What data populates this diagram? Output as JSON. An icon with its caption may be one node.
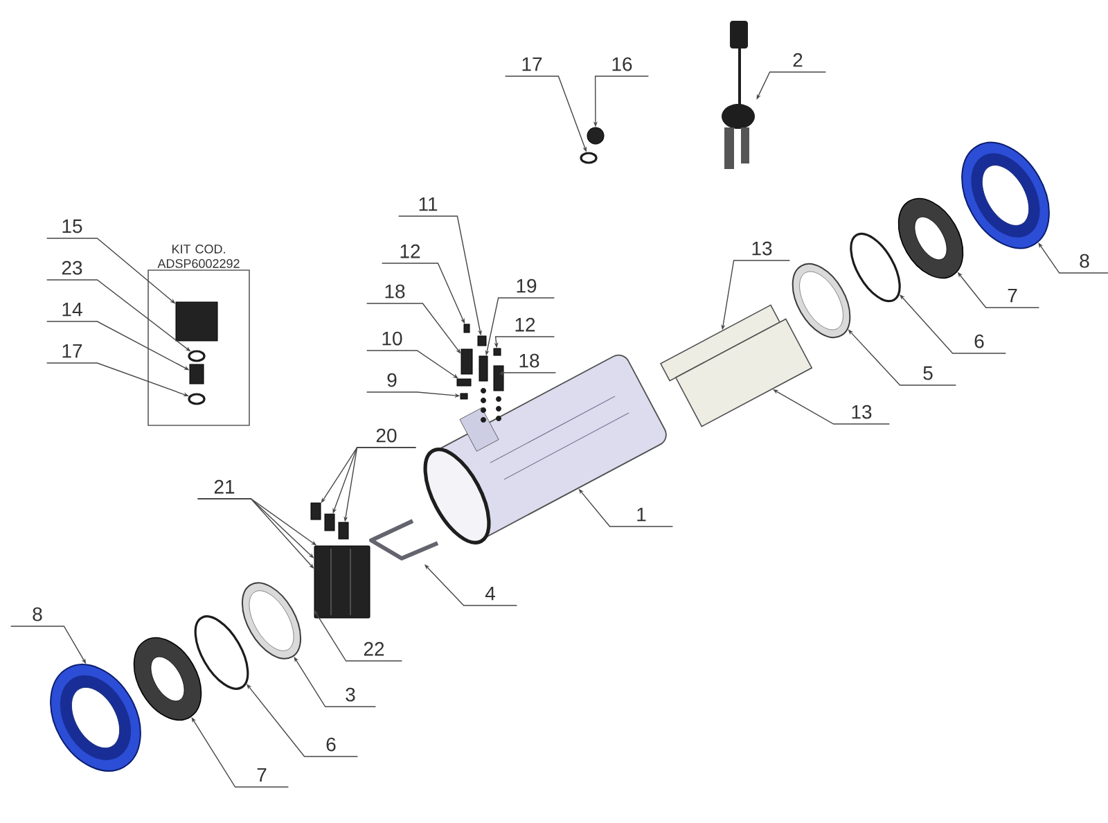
{
  "diagram": {
    "nodes": [
      {
        "text": [
          "2"
        ]
      },
      {
        "text": [],
        "shape": "picture"
      },
      {
        "text": [
          "17"
        ]
      },
      {
        "text": [
          "16"
        ]
      },
      {
        "text": [],
        "shape": "circle"
      },
      {
        "text": [],
        "shape": "circle"
      },
      {
        "text": [
          "11"
        ]
      },
      {
        "text": [
          "15"
        ]
      },
      {
        "text": [
          "KIT COD. ADSP6002292"
        ]
      },
      {
        "text": [
          "12"
        ]
      },
      {
        "text": [
          "13"
        ]
      },
      {
        "text": [
          "23"
        ]
      },
      {
        "text": [
          "19"
        ]
      },
      {
        "text": [
          "18"
        ]
      },
      {
        "text": [],
        "shape": "box",
        "in": 8
      },
      {
        "text": [
          "14"
        ]
      },
      {
        "text": [
          "12"
        ]
      },
      {
        "text": [
          "10"
        ]
      },
      {
        "text": [
          "17"
        ]
      },
      {
        "text": [],
        "shape": "circle",
        "in": 8
      },
      {
        "text": [
          "18"
        ]
      },
      {
        "text": [
          "9"
        ]
      },
      {
        "text": [],
        "shape": "box",
        "in": 8
      },
      {
        "text": [],
        "shape": "circle",
        "in": 8
      },
      {
        "text": [],
        "shape": "box"
      },
      {
        "text": [],
        "shape": "box"
      },
      {
        "text": [],
        "shape": "box"
      },
      {
        "text": [],
        "shape": "box"
      },
      {
        "text": [],
        "shape": "box"
      },
      {
        "text": [],
        "shape": "box"
      },
      {
        "text": [],
        "shape": "box"
      },
      {
        "text": [],
        "shape": "box"
      },
      {
        "text": [
          "8"
        ]
      },
      {
        "text": [],
        "shape": "picture"
      },
      {
        "text": [],
        "shape": "picture"
      },
      {
        "text": [],
        "shape": "circle"
      },
      {
        "text": [],
        "shape": "picture"
      },
      {
        "text": [],
        "shape": "box"
      },
      {
        "text": [],
        "shape": "box"
      },
      {
        "text": [
          "7"
        ]
      },
      {
        "text": [
          "6"
        ]
      },
      {
        "text": [
          "5"
        ]
      },
      {
        "text": [
          "13"
        ]
      },
      {
        "text": [
          "20"
        ]
      },
      {
        "text": [],
        "shape": "box"
      },
      {
        "text": [],
        "shape": "box"
      },
      {
        "text": [],
        "shape": "box"
      },
      {
        "text": [],
        "shape": "picture"
      },
      {
        "text": [
          "21"
        ]
      },
      {
        "text": [],
        "shape": "picture"
      },
      {
        "text": [
          "1"
        ]
      },
      {
        "text": [],
        "shape": "picture"
      },
      {
        "text": [
          "4"
        ]
      },
      {
        "text": [
          "8"
        ]
      },
      {
        "text": [],
        "shape": "picture"
      },
      {
        "text": [
          "22"
        ]
      },
      {
        "text": [],
        "shape": "picture"
      },
      {
        "text": [],
        "shape": "picture"
      },
      {
        "text": [],
        "shape": "circle"
      },
      {
        "text": [
          "3"
        ]
      },
      {
        "text": [
          "6"
        ]
      },
      {
        "text": [
          "7"
        ]
      }
    ],
    "edges": [
      {
        "from": 0,
        "to": 1,
        "arrow": "to"
      },
      {
        "from": 2,
        "to": 5,
        "arrow": "to"
      },
      {
        "from": 3,
        "to": 4,
        "arrow": "to"
      },
      {
        "from": 6,
        "to": 24,
        "arrow": "to"
      },
      {
        "from": 7,
        "to": 14,
        "arrow": "to"
      },
      {
        "from": 9,
        "to": 25,
        "arrow": "to"
      },
      {
        "from": 10,
        "to": 37,
        "arrow": "to"
      },
      {
        "from": 11,
        "to": 19,
        "arrow": "to"
      },
      {
        "from": 12,
        "to": 27,
        "arrow": "to"
      },
      {
        "from": 13,
        "to": 26,
        "arrow": "to"
      },
      {
        "from": 15,
        "to": 22,
        "arrow": "to"
      },
      {
        "from": 16,
        "to": 28,
        "arrow": "to"
      },
      {
        "from": 17,
        "to": 29,
        "arrow": "to"
      },
      {
        "from": 18,
        "to": 23,
        "arrow": "to"
      },
      {
        "from": 20,
        "to": 30,
        "arrow": "to"
      },
      {
        "from": 21,
        "to": 31,
        "arrow": "to"
      },
      {
        "from": 32,
        "to": 33,
        "arrow": "to"
      },
      {
        "from": 39,
        "to": 34,
        "arrow": "to"
      },
      {
        "from": 40,
        "to": 35,
        "arrow": "to"
      },
      {
        "from": 41,
        "to": 36,
        "arrow": "to"
      },
      {
        "from": 42,
        "to": 38,
        "arrow": "to"
      },
      {
        "from": 43,
        "to": 44,
        "arrow": "to"
      },
      {
        "from": 43,
        "to": 45,
        "arrow": "to"
      },
      {
        "from": 43,
        "to": 46,
        "arrow": "to"
      },
      {
        "from": 48,
        "to": 49,
        "arrow": "to"
      },
      {
        "from": 48,
        "to": 49,
        "arrow": "to"
      },
      {
        "from": 48,
        "to": 49,
        "arrow": "to"
      },
      {
        "from": 50,
        "to": 47,
        "arrow": "to"
      },
      {
        "from": 52,
        "to": 51,
        "arrow": "to"
      },
      {
        "from": 53,
        "to": 56,
        "arrow": "to"
      },
      {
        "from": 55,
        "to": 49,
        "arrow": "to"
      },
      {
        "from": 59,
        "to": 54,
        "arrow": "to"
      },
      {
        "from": 60,
        "to": 58,
        "arrow": "to"
      },
      {
        "from": 61,
        "to": 57,
        "arrow": "to"
      }
    ]
  }
}
